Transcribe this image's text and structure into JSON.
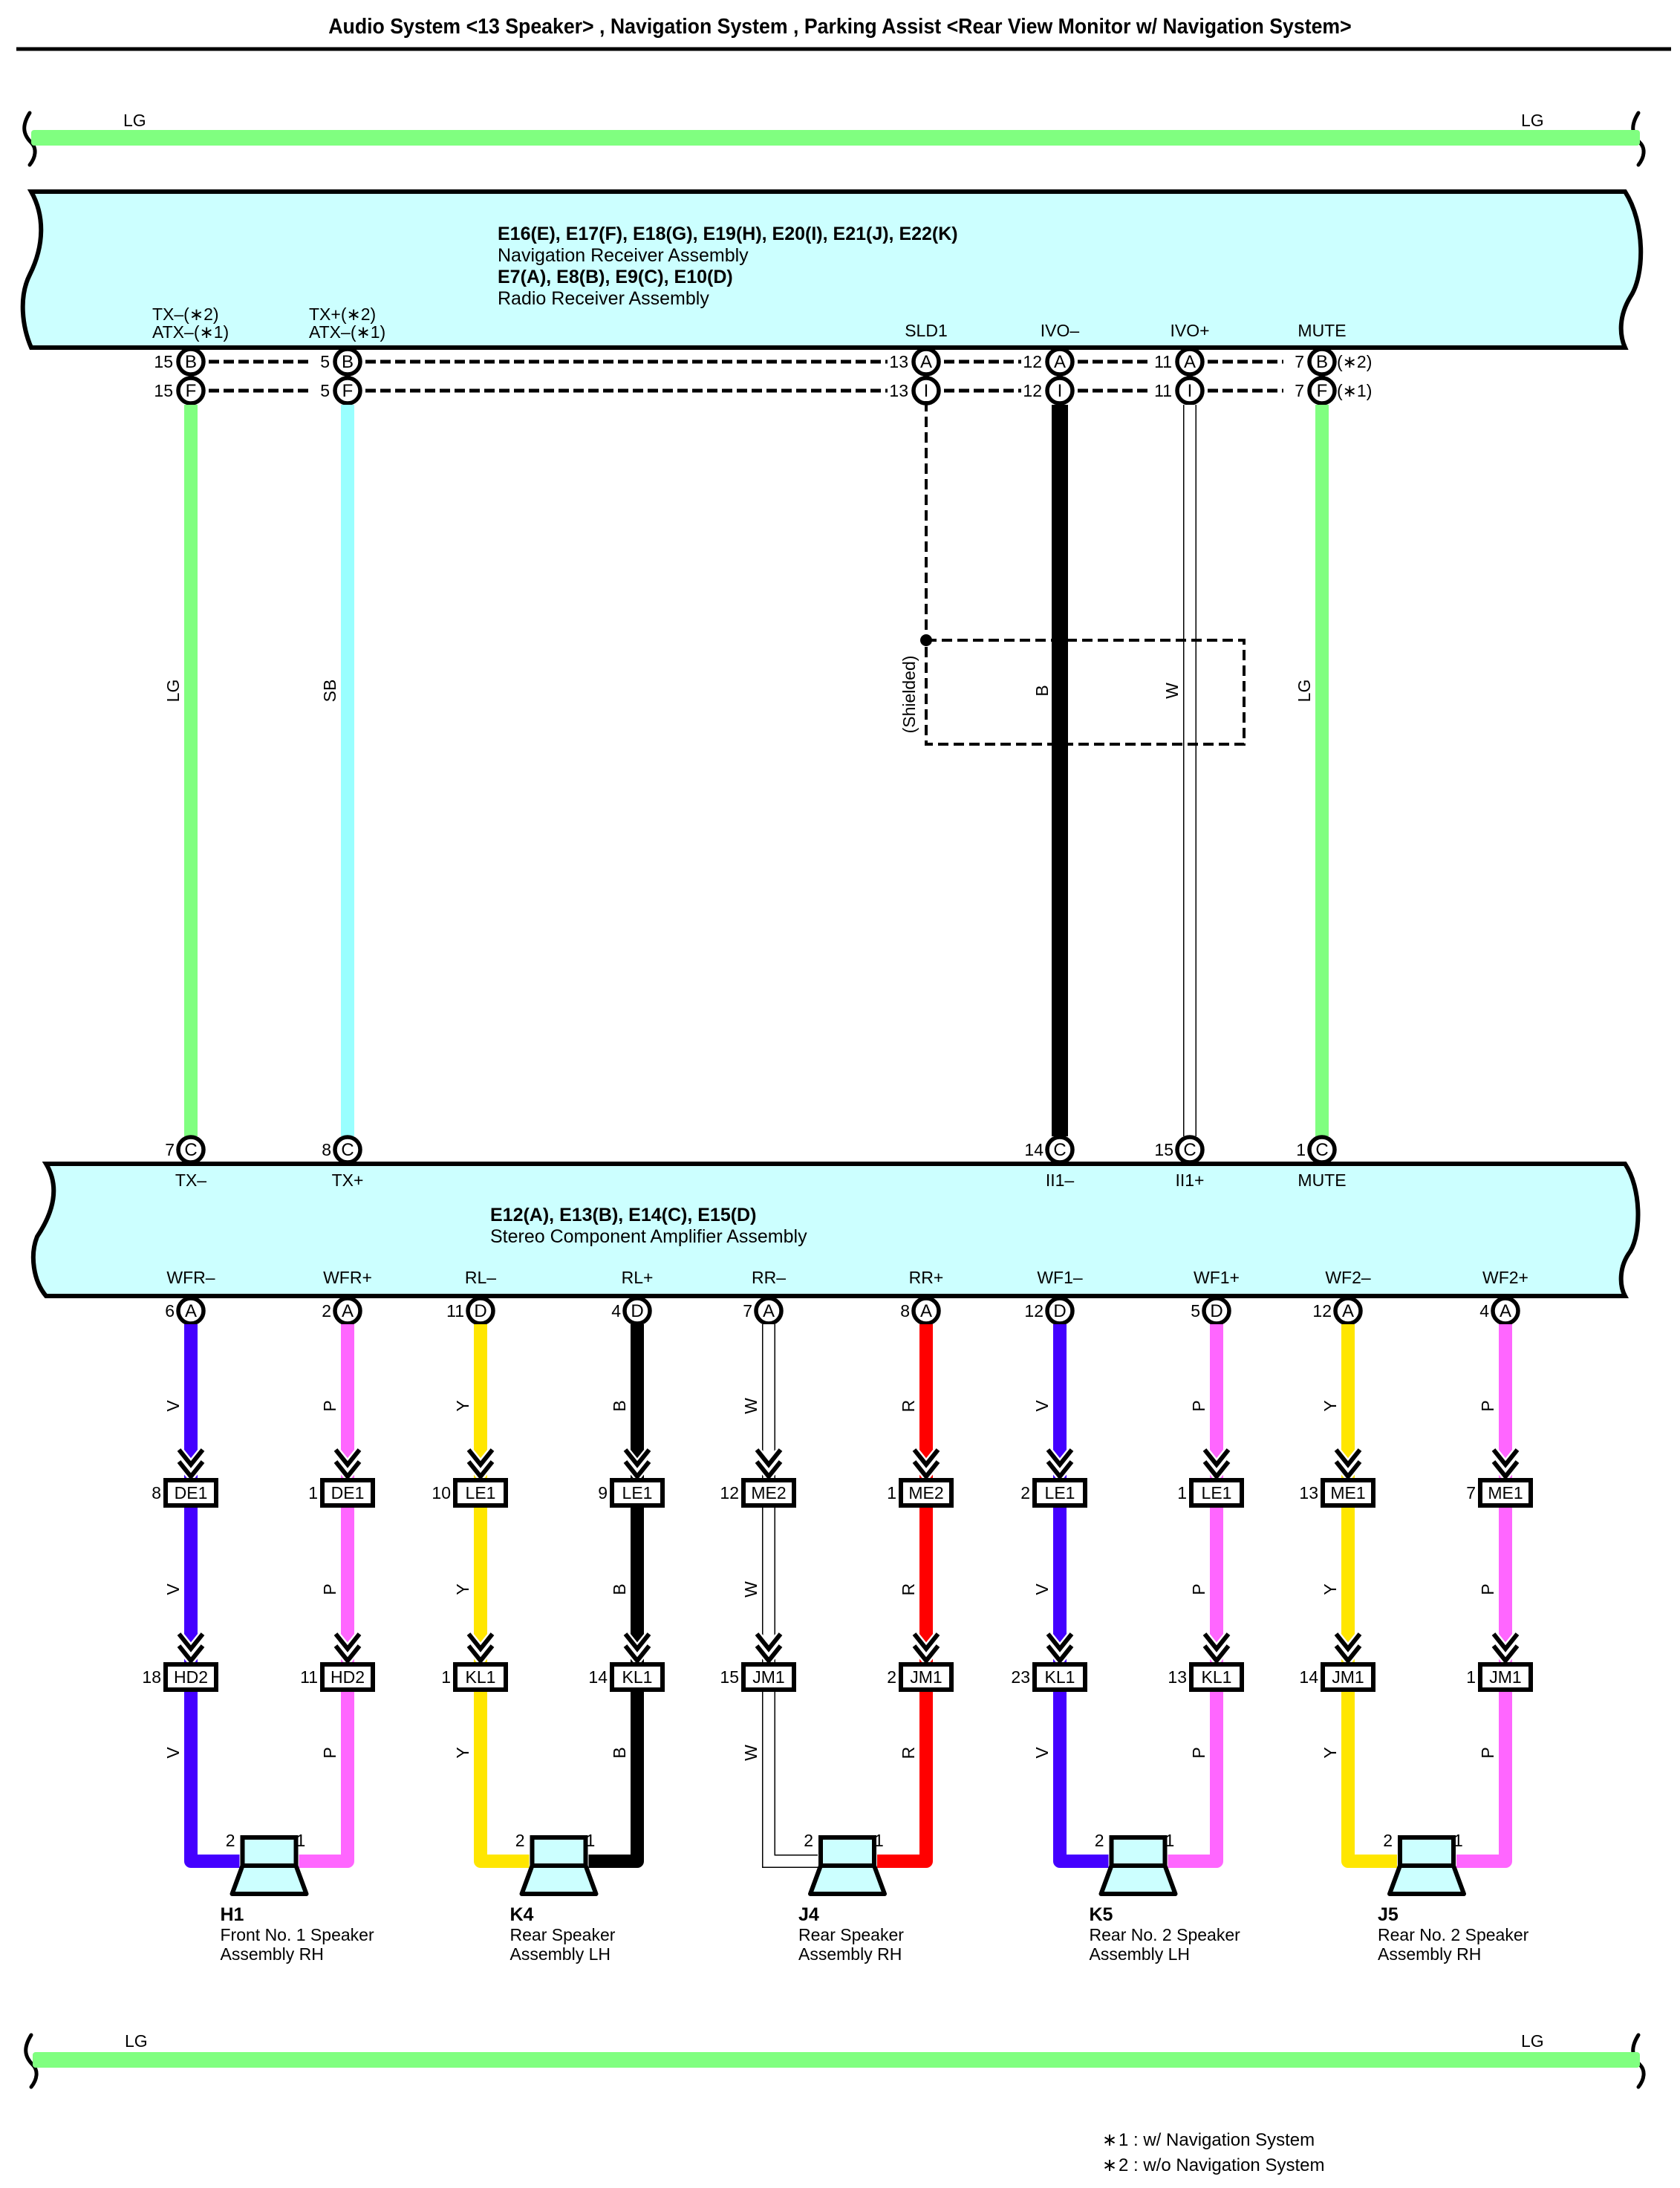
{
  "title": "Audio System <13 Speaker> , Navigation System , Parking Assist <Rear View Monitor w/ Navigation System>",
  "colors": {
    "LG": "#80ff80",
    "SB": "#99ffff",
    "B": "#000000",
    "W": "#ffffff",
    "V": "#4400ff",
    "P": "#ff66ff",
    "Y": "#ffe600",
    "R": "#ff0000",
    "component_fill": "#ccffff"
  },
  "buses": {
    "top": {
      "left_label": "LG",
      "right_label": "LG",
      "color": "LG"
    },
    "bottom": {
      "left_label": "LG",
      "right_label": "LG",
      "color": "LG"
    }
  },
  "receiver": {
    "codes_nav": "E16(E), E17(F), E18(G), E19(H), E20(I), E21(J), E22(K)",
    "name_nav": "Navigation Receiver Assembly",
    "codes_radio": "E7(A), E8(B), E9(C), E10(D)",
    "name_radio": "Radio Receiver Assembly",
    "terminals": [
      {
        "label_line1": "TX–(∗2)",
        "label_line2": "ATX–(∗1)",
        "pins": [
          {
            "num": "15",
            "conn": "B",
            "note": ""
          },
          {
            "num": "15",
            "conn": "F",
            "note": ""
          }
        ]
      },
      {
        "label_line1": "TX+(∗2)",
        "label_line2": "ATX–(∗1)",
        "pins": [
          {
            "num": "5",
            "conn": "B",
            "note": ""
          },
          {
            "num": "5",
            "conn": "F",
            "note": ""
          }
        ]
      },
      {
        "label_line1": "SLD1",
        "label_line2": "",
        "pins": [
          {
            "num": "13",
            "conn": "A",
            "note": ""
          },
          {
            "num": "13",
            "conn": "I",
            "note": ""
          }
        ]
      },
      {
        "label_line1": "IVO–",
        "label_line2": "",
        "pins": [
          {
            "num": "12",
            "conn": "A",
            "note": ""
          },
          {
            "num": "12",
            "conn": "I",
            "note": ""
          }
        ]
      },
      {
        "label_line1": "IVO+",
        "label_line2": "",
        "pins": [
          {
            "num": "11",
            "conn": "A",
            "note": ""
          },
          {
            "num": "11",
            "conn": "I",
            "note": ""
          }
        ]
      },
      {
        "label_line1": "MUTE",
        "label_line2": "",
        "pins": [
          {
            "num": "7",
            "conn": "B",
            "note": "(∗2)"
          },
          {
            "num": "7",
            "conn": "F",
            "note": "(∗1)"
          }
        ]
      }
    ]
  },
  "interconnect_wires": [
    {
      "color": "LG",
      "label": "LG",
      "from_terminal": "TX–",
      "to_terminal": "TX–"
    },
    {
      "color": "SB",
      "label": "SB",
      "from_terminal": "TX+",
      "to_terminal": "TX+"
    },
    {
      "color": "B",
      "label": "B",
      "from_terminal": "IVO–",
      "to_terminal": "II1–"
    },
    {
      "color": "W",
      "label": "W",
      "from_terminal": "IVO+",
      "to_terminal": "II1+"
    },
    {
      "color": "LG",
      "label": "LG",
      "from_terminal": "MUTE",
      "to_terminal": "MUTE"
    }
  ],
  "shield": {
    "label": "(Shielded)",
    "ground_terminal": "SLD1"
  },
  "amplifier": {
    "codes": "E12(A), E13(B), E14(C), E15(D)",
    "name": "Stereo Component Amplifier Assembly",
    "top_terminals": [
      {
        "label": "TX–",
        "num": "7",
        "conn": "C"
      },
      {
        "label": "TX+",
        "num": "8",
        "conn": "C"
      },
      {
        "label": "II1–",
        "num": "14",
        "conn": "C"
      },
      {
        "label": "II1+",
        "num": "15",
        "conn": "C"
      },
      {
        "label": "MUTE",
        "num": "1",
        "conn": "C"
      }
    ],
    "bottom_terminals": [
      {
        "label": "WFR–",
        "num": "6",
        "conn": "A"
      },
      {
        "label": "WFR+",
        "num": "2",
        "conn": "A"
      },
      {
        "label": "RL–",
        "num": "11",
        "conn": "D"
      },
      {
        "label": "RL+",
        "num": "4",
        "conn": "D"
      },
      {
        "label": "RR–",
        "num": "7",
        "conn": "A"
      },
      {
        "label": "RR+",
        "num": "8",
        "conn": "A"
      },
      {
        "label": "WF1–",
        "num": "12",
        "conn": "D"
      },
      {
        "label": "WF1+",
        "num": "5",
        "conn": "D"
      },
      {
        "label": "WF2–",
        "num": "12",
        "conn": "A"
      },
      {
        "label": "WF2+",
        "num": "4",
        "conn": "A"
      }
    ]
  },
  "speaker_circuits": [
    {
      "wire": "V",
      "jc1": {
        "num": "8",
        "code": "DE1"
      },
      "jc2": {
        "num": "18",
        "code": "HD2"
      },
      "speaker_pin": "2"
    },
    {
      "wire": "P",
      "jc1": {
        "num": "1",
        "code": "DE1"
      },
      "jc2": {
        "num": "11",
        "code": "HD2"
      },
      "speaker_pin": "1"
    },
    {
      "wire": "Y",
      "jc1": {
        "num": "10",
        "code": "LE1"
      },
      "jc2": {
        "num": "1",
        "code": "KL1"
      },
      "speaker_pin": "2"
    },
    {
      "wire": "B",
      "jc1": {
        "num": "9",
        "code": "LE1"
      },
      "jc2": {
        "num": "14",
        "code": "KL1"
      },
      "speaker_pin": "1"
    },
    {
      "wire": "W",
      "jc1": {
        "num": "12",
        "code": "ME2"
      },
      "jc2": {
        "num": "15",
        "code": "JM1"
      },
      "speaker_pin": "2"
    },
    {
      "wire": "R",
      "jc1": {
        "num": "1",
        "code": "ME2"
      },
      "jc2": {
        "num": "2",
        "code": "JM1"
      },
      "speaker_pin": "1"
    },
    {
      "wire": "V",
      "jc1": {
        "num": "2",
        "code": "LE1"
      },
      "jc2": {
        "num": "23",
        "code": "KL1"
      },
      "speaker_pin": "2"
    },
    {
      "wire": "P",
      "jc1": {
        "num": "1",
        "code": "LE1"
      },
      "jc2": {
        "num": "13",
        "code": "KL1"
      },
      "speaker_pin": "1"
    },
    {
      "wire": "Y",
      "jc1": {
        "num": "13",
        "code": "ME1"
      },
      "jc2": {
        "num": "14",
        "code": "JM1"
      },
      "speaker_pin": "2"
    },
    {
      "wire": "P",
      "jc1": {
        "num": "7",
        "code": "ME1"
      },
      "jc2": {
        "num": "1",
        "code": "JM1"
      },
      "speaker_pin": "1"
    }
  ],
  "speakers": [
    {
      "code": "H1",
      "name_line1": "Front No.  1 Speaker",
      "name_line2": "Assembly RH"
    },
    {
      "code": "K4",
      "name_line1": "Rear Speaker",
      "name_line2": "Assembly LH"
    },
    {
      "code": "J4",
      "name_line1": "Rear Speaker",
      "name_line2": "Assembly RH"
    },
    {
      "code": "K5",
      "name_line1": "Rear No.  2 Speaker",
      "name_line2": "Assembly LH"
    },
    {
      "code": "J5",
      "name_line1": "Rear No.  2 Speaker",
      "name_line2": "Assembly RH"
    }
  ],
  "footnotes": [
    {
      "mark": "∗",
      "text": "1 : w/ Navigation System"
    },
    {
      "mark": "∗",
      "text": "2 : w/o Navigation System"
    }
  ]
}
